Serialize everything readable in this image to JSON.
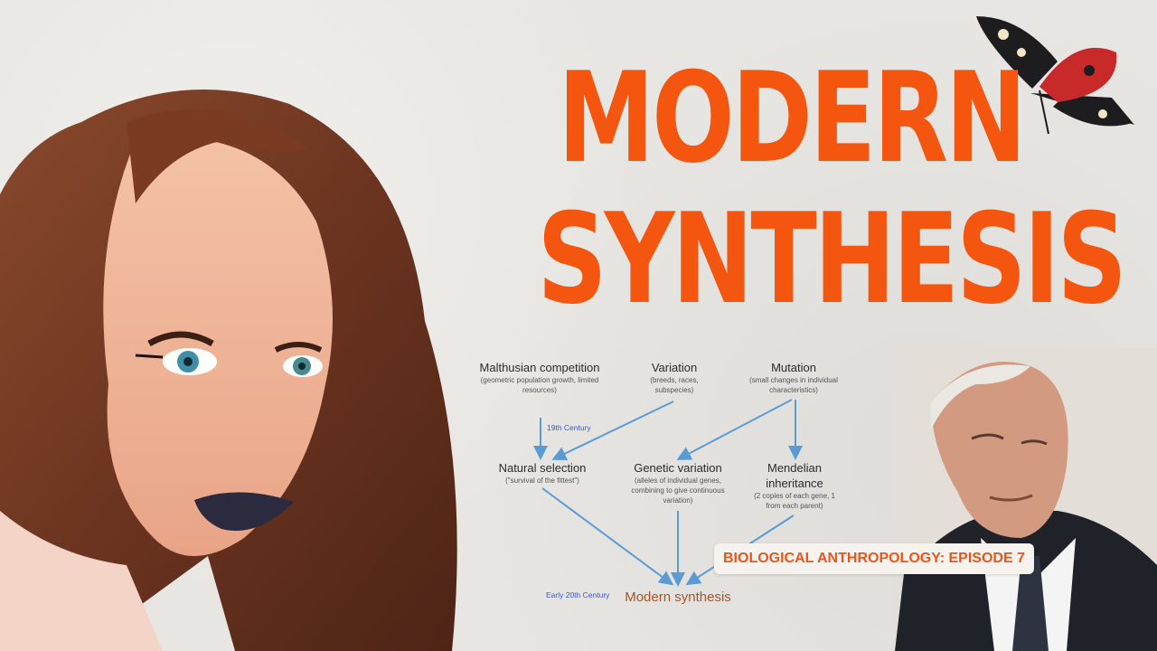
{
  "title": {
    "line1": "MODERN",
    "line2": "SYNTHESIS"
  },
  "badge": "BIOLOGICAL ANTHROPOLOGY: EPISODE 7",
  "diagram": {
    "malthusian": {
      "title": "Malthusian competition",
      "sub": "(geometric population growth, limited resources)"
    },
    "variation": {
      "title": "Variation",
      "sub": "(breeds, races, subspecies)"
    },
    "mutation": {
      "title": "Mutation",
      "sub": "(small changes in individual characteristics)"
    },
    "natural_selection": {
      "title": "Natural selection",
      "sub": "(\"survival of the fittest\")"
    },
    "genetic_variation": {
      "title": "Genetic variation",
      "sub": "(alleles of individual genes, combining to give continuous variation)"
    },
    "mendelian": {
      "title": "Mendelian inheritance",
      "sub": "(2 copies of each gene, 1 from each parent)"
    },
    "era_19th": "19th Century",
    "era_20th": "Early 20th Century",
    "modern_synthesis": "Modern synthesis"
  },
  "colors": {
    "accent": "#f4550f",
    "arrow": "#5b9bd5",
    "era": "#3a56d6",
    "modern": "#a4552b"
  },
  "icons": [
    "butterfly-icon"
  ]
}
